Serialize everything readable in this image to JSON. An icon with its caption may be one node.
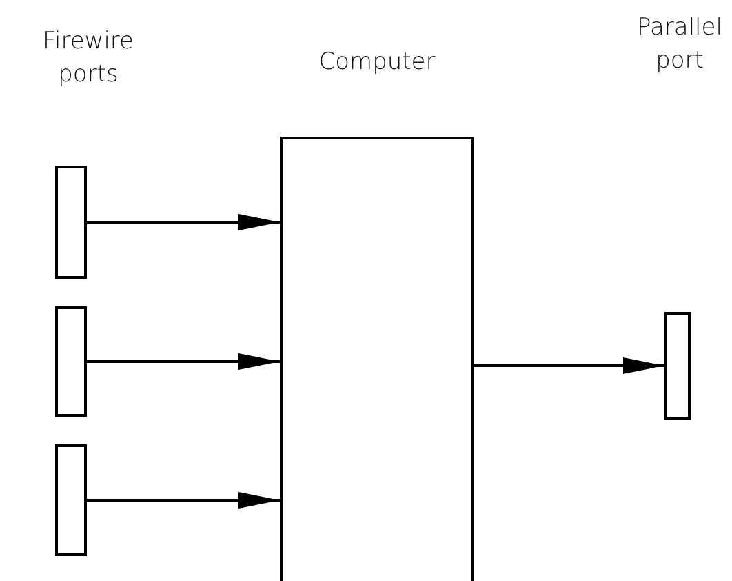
{
  "diagram": {
    "nodes": [
      {
        "text": [
          "Computer"
        ]
      },
      {
        "text": [],
        "shape": "bar"
      },
      {
        "text": [],
        "shape": "bar"
      },
      {
        "text": [],
        "shape": "bar"
      },
      {
        "text": [],
        "shape": "bar"
      }
    ],
    "edges": [
      {
        "from": 1,
        "to": 0,
        "arrow": "to"
      },
      {
        "from": 2,
        "to": 0,
        "arrow": "to"
      },
      {
        "from": 3,
        "to": 0,
        "arrow": "to"
      },
      {
        "from": 0,
        "to": 4,
        "arrow": "to"
      }
    ],
    "labels": [
      "Firewire ports",
      "Parallel port"
    ]
  }
}
